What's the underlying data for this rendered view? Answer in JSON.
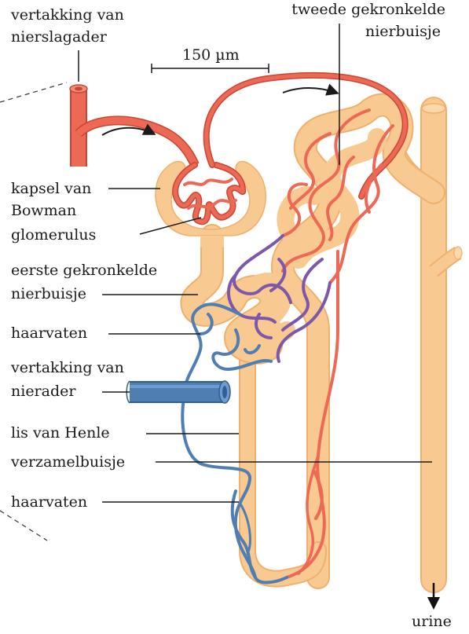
{
  "labels": {
    "renal_artery_branch": [
      "vertakking van",
      "nierslagader"
    ],
    "distal_tubule": [
      "tweede gekronkelde",
      "nierbuisje"
    ],
    "scale": "150 µm",
    "bowman_capsule": [
      "kapsel van",
      "Bowman"
    ],
    "glomerulus": "glomerulus",
    "proximal_tubule": [
      "eerste gekronkelde",
      "nierbuisje"
    ],
    "capillaries_top": "haarvaten",
    "renal_vein_branch": [
      "vertakking van",
      "nierader"
    ],
    "loop_of_henle": "lis van Henle",
    "collecting_duct": "verzamelbuisje",
    "capillaries_bottom": "haarvaten",
    "urine": "urine"
  },
  "colors": {
    "tubule": "#f9c992",
    "tubule_edge": "#efb06d",
    "artery": "#ec6a55",
    "artery_dark": "#c94633",
    "vein": "#4f7eb3",
    "vein_dark": "#2f5f93",
    "mixed": "#7e58a8",
    "leader": "#1a1a1a"
  }
}
